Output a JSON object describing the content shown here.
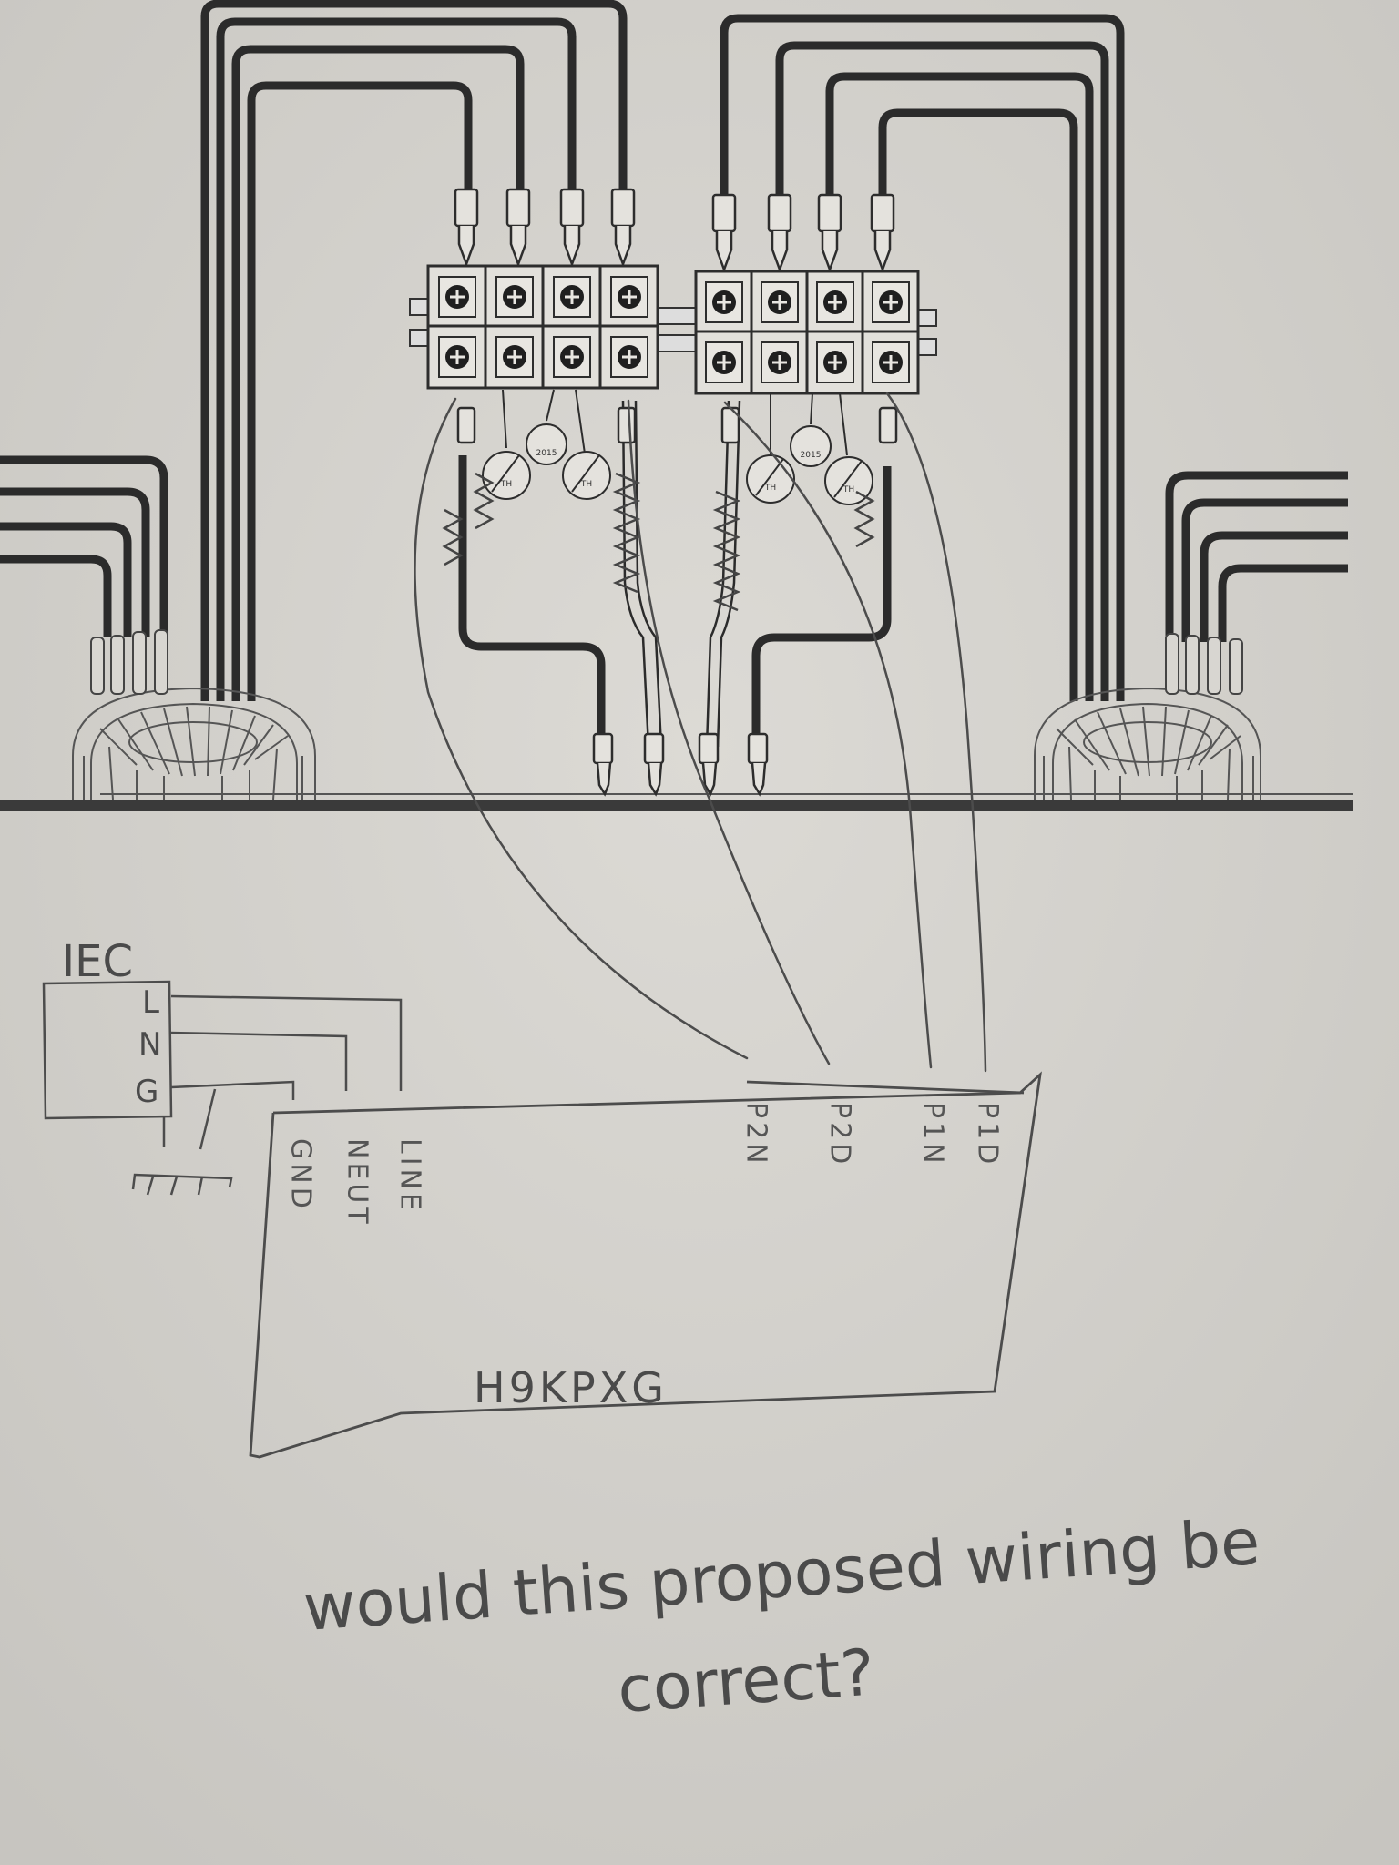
{
  "iec": {
    "title": "IEC",
    "pins": [
      "L",
      "N",
      "G"
    ]
  },
  "board": {
    "name": "H9KPXG",
    "power_labels": [
      "GND",
      "NEUT",
      "LINE"
    ],
    "secondary_labels": [
      "P2N",
      "P2D",
      "P1N",
      "P1D"
    ]
  },
  "question": {
    "line1": "would this proposed wiring be",
    "line2": "correct?"
  },
  "components": {
    "thermistor_label": "TH",
    "disc_label": "2015"
  },
  "colors": {
    "paper": "#d6d4cf",
    "printed_wire": "#2b2b2b",
    "pencil": "#4c4c4c"
  }
}
